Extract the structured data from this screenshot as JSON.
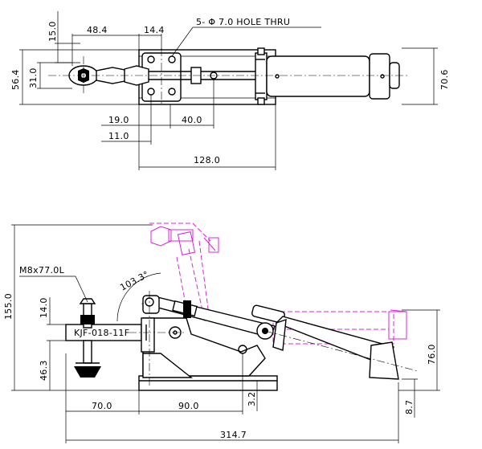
{
  "top_view": {
    "note": "5- Φ 7.0 HOLE THRU",
    "dims": {
      "d1": "48.4",
      "d2": "14.4",
      "d3": "15.0",
      "d4": "56.4",
      "d5": "31.0",
      "d6": "70.6",
      "d7": "19.0",
      "d8": "40.0",
      "d9": "11.0",
      "d10": "128.0"
    }
  },
  "side_view": {
    "bolt_label": "M8x77.0L",
    "angle_label": "103.3°",
    "model": "KJF-018-11F",
    "dims": {
      "d1": "155.0",
      "d2": "14.0",
      "d3": "46.3",
      "d4": "76.0",
      "d5": "70.0",
      "d6": "90.0",
      "d7": "3.2",
      "d8": "8.7",
      "d9": "314.7"
    }
  }
}
